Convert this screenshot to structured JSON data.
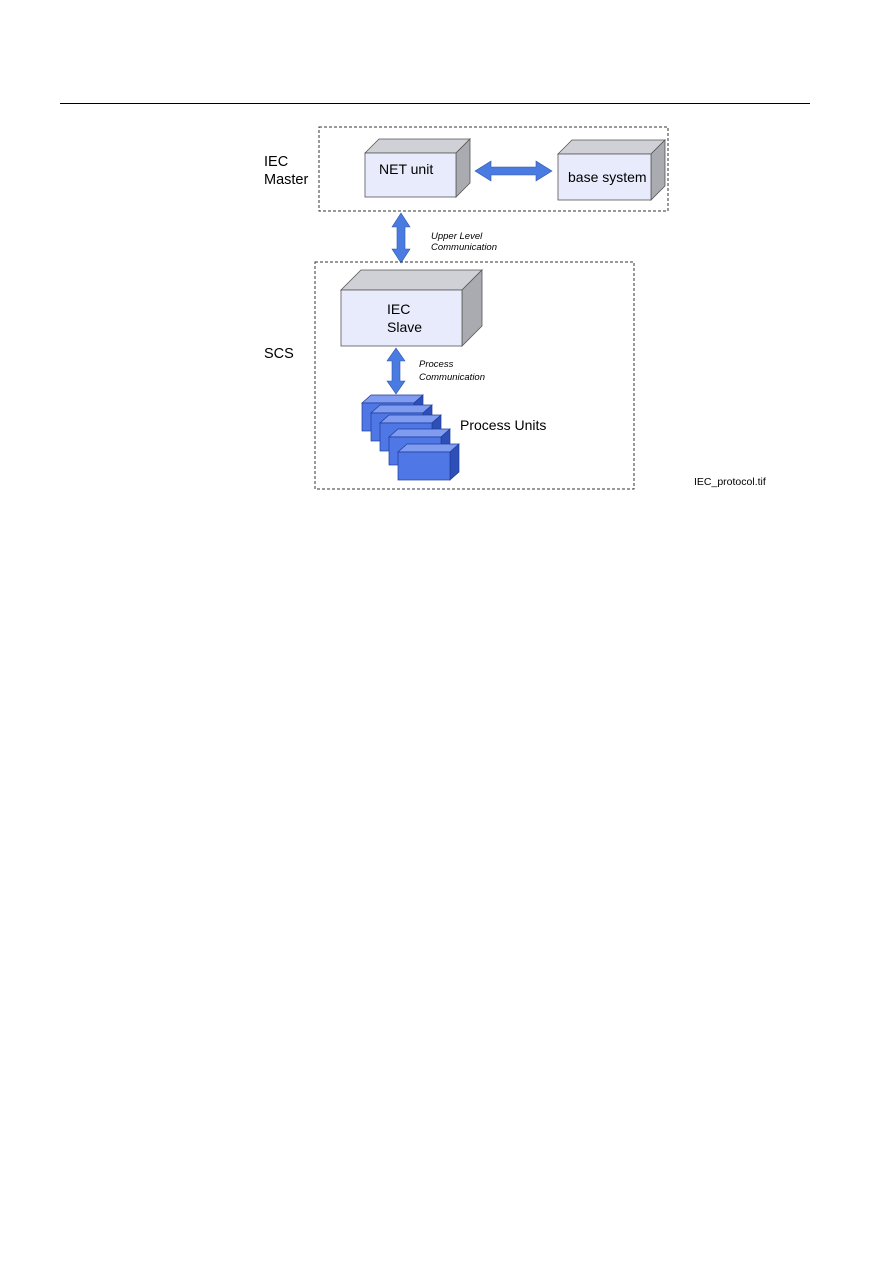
{
  "diagram": {
    "groups": {
      "iec_master": {
        "label_line1": "IEC",
        "label_line2": "Master"
      },
      "scs": {
        "label": "SCS"
      }
    },
    "nodes": {
      "net_unit": "NET unit",
      "base_system": "base system",
      "iec_slave_line1": "IEC",
      "iec_slave_line2": "Slave",
      "process_units": "Process Units"
    },
    "links": {
      "upper_level_line1": "Upper Level",
      "upper_level_line2": "Communication",
      "process_comm_line1": "Process",
      "process_comm_line2": "Communication"
    },
    "figure_filename": "IEC_protocol.tif",
    "colors": {
      "box_front": "#e8ebfb",
      "box_side": "#a9abb0",
      "box_top": "#cfd1d6",
      "unit_front": "#4f78e6",
      "unit_side": "#2f4fb8",
      "unit_top": "#7f9cf0",
      "arrow": "#4a7be0"
    }
  }
}
